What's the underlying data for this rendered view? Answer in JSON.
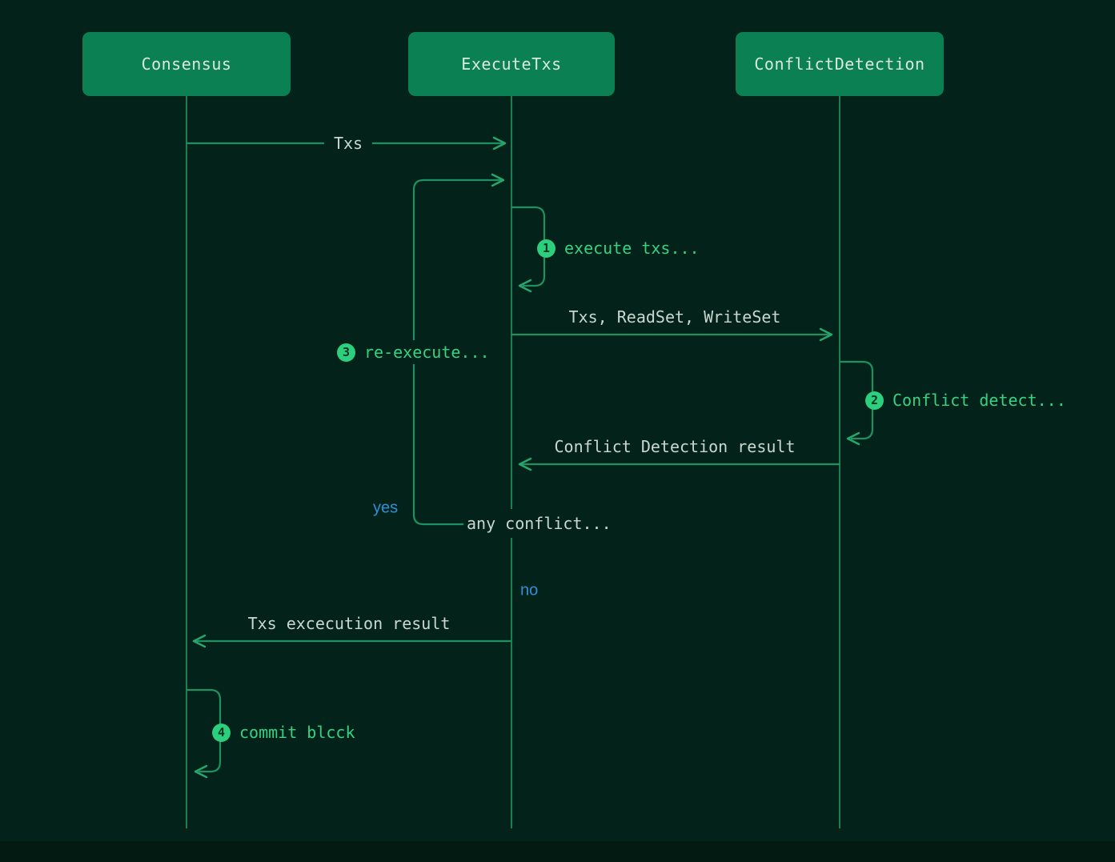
{
  "diagram": {
    "type": "sequence-diagram",
    "colors": {
      "background": "#03231a",
      "actor_fill": "#0a8053",
      "line_green": "#1f9161",
      "step_green": "#36d284",
      "badge_green": "#2bcf7e",
      "branch_blue": "#2f90d9",
      "message_text": "#c9d7d0"
    },
    "actors": [
      {
        "label": "Consensus"
      },
      {
        "label": "ExecuteTxs"
      },
      {
        "label": "ConflictDetection"
      }
    ],
    "messages": [
      {
        "label": "Txs",
        "from": "Consensus",
        "to": "ExecuteTxs"
      },
      {
        "label": "Txs, ReadSet, WriteSet",
        "from": "ExecuteTxs",
        "to": "ConflictDetection"
      },
      {
        "label": "Conflict Detection result",
        "from": "ConflictDetection",
        "to": "ExecuteTxs"
      },
      {
        "label": "Txs excecution result",
        "from": "ExecuteTxs",
        "to": "Consensus"
      }
    ],
    "steps": [
      {
        "number": "1",
        "label": "execute txs...",
        "actor": "ExecuteTxs"
      },
      {
        "number": "2",
        "label": "Conflict detect...",
        "actor": "ConflictDetection"
      },
      {
        "number": "3",
        "label": "re-execute...",
        "actor": "ExecuteTxs"
      },
      {
        "number": "4",
        "label": "commit blcck",
        "actor": "Consensus"
      }
    ],
    "decision": {
      "label": "any conflict...",
      "yes": "yes",
      "no": "no"
    }
  }
}
